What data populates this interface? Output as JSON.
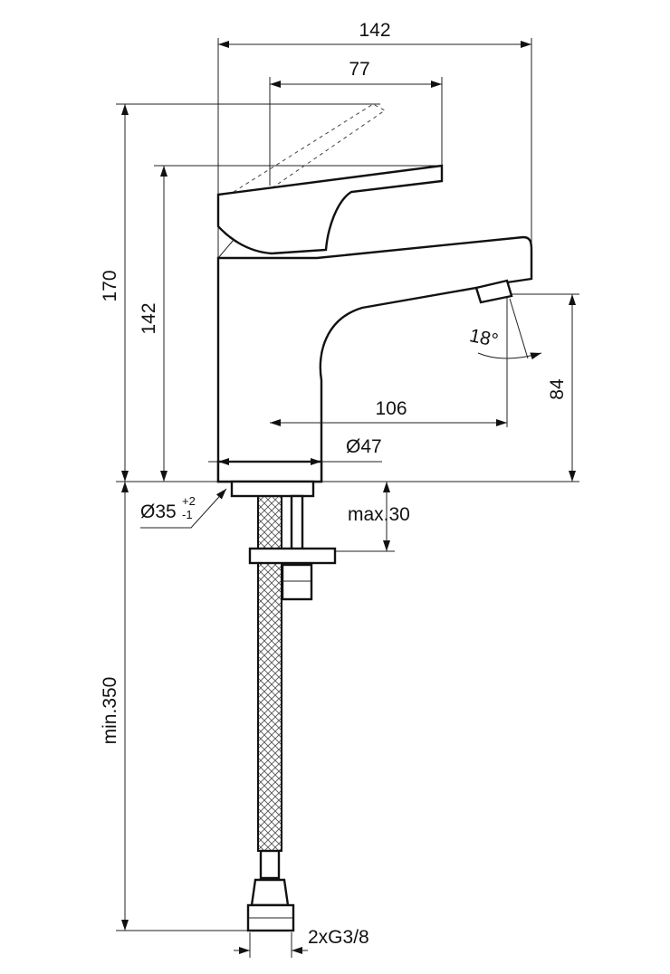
{
  "dimensions": {
    "top_width": "142",
    "lever_width": "77",
    "total_height": "170",
    "body_height": "142",
    "spout_reach": "106",
    "base_diameter": "Ø47",
    "spout_height": "84",
    "angle": "18°",
    "hole_diameter": "Ø35",
    "hole_tol_plus": "+2",
    "hole_tol_minus": "-1",
    "max_thickness": "max.30",
    "min_length": "min.350",
    "connection": "2xG3/8"
  },
  "colors": {
    "line": "#111111",
    "background": "#ffffff"
  }
}
